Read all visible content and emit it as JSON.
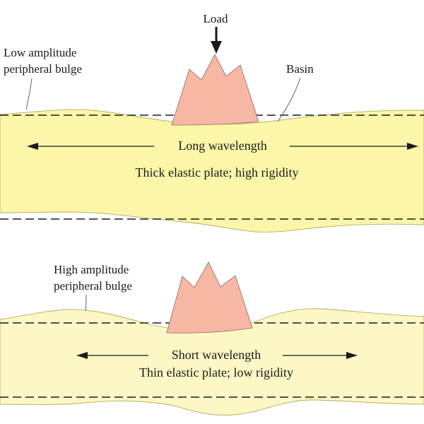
{
  "colors": {
    "plate_top": "#fbf6a8",
    "plate_bottom": "#fcf7c4",
    "plate_stroke": "#b8ac60",
    "load_fill": "#f6b7a4",
    "load_stroke": "#8a6a60",
    "ink": "#1a1a1a"
  },
  "top_panel": {
    "load_label": "Load",
    "bulge_label_line1": "Low amplitude",
    "bulge_label_line2": "peripheral bulge",
    "basin_label": "Basin",
    "wavelength_label": "Long wavelength",
    "plate_label": "Thick elastic plate; high rigidity"
  },
  "bottom_panel": {
    "bulge_label_line1": "High amplitude",
    "bulge_label_line2": "peripheral bulge",
    "wavelength_label": "Short wavelength",
    "plate_label": "Thin elastic plate; low rigidity"
  }
}
